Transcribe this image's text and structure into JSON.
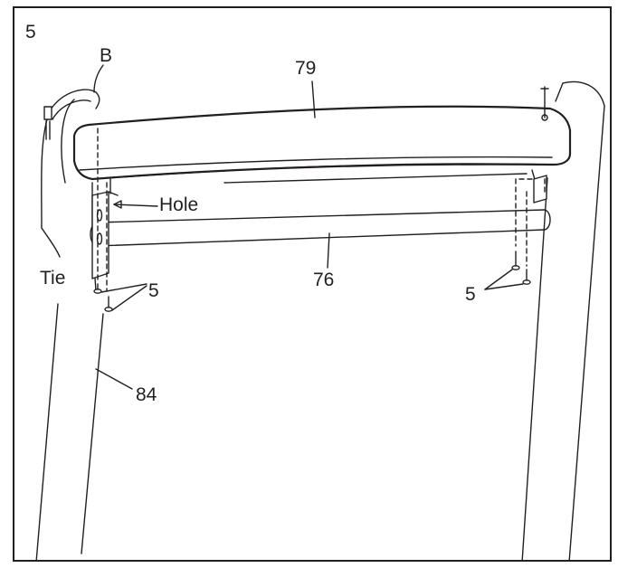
{
  "step_number": "5",
  "labels": {
    "cable": "B",
    "crossbar": "79",
    "hole": "Hole",
    "tie": "Tie",
    "left_screw": "5",
    "right_screw": "5",
    "lower_bar": "76",
    "upright": "84"
  },
  "colors": {
    "line": "#231f20",
    "background": "#ffffff"
  }
}
